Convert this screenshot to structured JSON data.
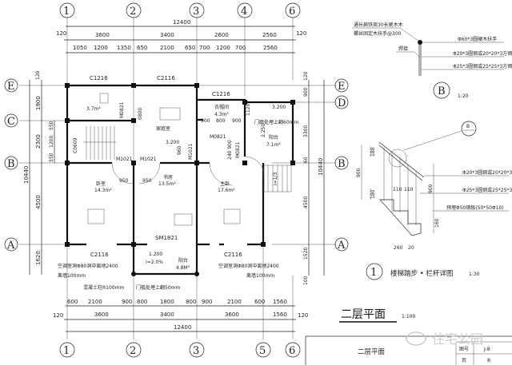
{
  "axes": {
    "top": [
      "1",
      "2",
      "3",
      "4",
      "6"
    ],
    "bottom": [
      "1",
      "2",
      "3",
      "5",
      "6"
    ],
    "left": [
      "E",
      "C",
      "B",
      "A"
    ],
    "right": [
      "E",
      "D",
      "B",
      "A"
    ]
  },
  "dims": {
    "top_total": "12400",
    "top_main": [
      "120",
      "3600",
      "3400",
      "2600",
      "2560",
      "120"
    ],
    "top_sub": [
      "1050",
      "1200",
      "1350",
      "650",
      "2100",
      "650",
      "700",
      "1200",
      "700",
      "2560"
    ],
    "bottom_sub": [
      "600",
      "2100",
      "900",
      "800",
      "1800",
      "800",
      "900",
      "2100",
      "600",
      "1560"
    ],
    "bottom_main": [
      "120",
      "3600",
      "3400",
      "3600",
      "1560",
      "120"
    ],
    "bottom_total": "12400",
    "left": [
      "120",
      "1900",
      "2300",
      "4500",
      "1620",
      "10440",
      "550",
      "1200",
      "550"
    ],
    "right": [
      "120",
      "900",
      "3300",
      "60",
      "4500",
      "1520",
      "100",
      "10440"
    ]
  },
  "labels": {
    "c1216_a": "C1216",
    "c2116_a": "C2116",
    "c1216_b": "C1216",
    "wc_area": "3.7m²",
    "m0821_a": "M0821",
    "d0800": "0800",
    "family_room": "家庭室",
    "closet": "衣帽间",
    "closet_area": "4.3m²",
    "d900a": "900",
    "d800": "800",
    "d900b": "900",
    "m0821_b": "M0821",
    "elev_3200_a": "3.200",
    "threshold_a": "门廊处埋上翻60mm",
    "balcony": "阳台",
    "balcony_area": "7.1m²",
    "d1120": "1120",
    "d2250": "2.250",
    "c0609": "C0609",
    "m1021_a": "M1021",
    "m1021_b": "M1021",
    "elev_3200_b": "3.200",
    "d960": "960",
    "m1021_c": "M1021",
    "d240_900": "240 900",
    "m0821_c": "M0821",
    "slope_13": "i=1/3",
    "d950a": "950",
    "d950b": "950",
    "bedroom": "卧室",
    "bedroom_area": "14.3m²",
    "study": "书房",
    "study_area": "13.5m²",
    "master": "主卧",
    "master_area": "17.6m²",
    "sm1821": "SM1821",
    "c2116_b": "C2116",
    "c2116_c": "C2116",
    "elev_1200": "1.200",
    "slope_2": "i=2.0%",
    "balcony2": "阳台",
    "balcony2_area": "4.8M²",
    "ac_hole_left": "空调室洞Φ80洞中离地2400",
    "wall_off_left": "离墙100mm",
    "ac_hole_right": "空调室洞Φ80洞中离地2400",
    "wall_off_right": "离墙100mm",
    "column": "混凝土柱R100mm",
    "threshold_b": "门槛处埋上翻50mm"
  },
  "detail_b": {
    "note1": "通长扁铁周30长尾木木",
    "note2": "螺丝固定木扶手@300",
    "weld": "焊接",
    "rail1": "Φ60*3圆硬木扶手",
    "rail2": "Φ20*3圆钢或20*20*3方钢",
    "rail3": "Φ25*3圆钢或25*25*3方钢",
    "mark": "B",
    "scale": "1:20"
  },
  "detail_1": {
    "mark_b": "B",
    "d180a": "180",
    "d900": "900",
    "d180b": "180",
    "d110a": "110",
    "d110b": "110",
    "d900r": "900",
    "d160": "160",
    "d260": "260",
    "d20": "20",
    "rail2": "Φ20*3圆钢或20*20*3方钢",
    "rail3": "Φ25*3圆钢或25*25*3方钢",
    "base": "预埋Φ50钢板(50*50Φ10)",
    "num": "1",
    "title": "楼梯踏步 • 栏杆详图",
    "scale": "1:30"
  },
  "drawing_title": {
    "title": "二层平面",
    "scale": "1:100"
  },
  "title_block": {
    "name": "二层平面",
    "drawing_no_label": "图号",
    "drawing_no": "J-8",
    "page_label": "页",
    "page": "8"
  },
  "watermark": "住宅公园"
}
